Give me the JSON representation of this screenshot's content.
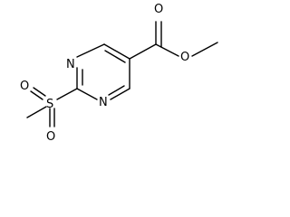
{
  "molecule": {
    "atoms": {
      "ring_n_top": "N",
      "ring_n_bottom": "N",
      "sulfur": "S",
      "sulfonyl_oxygen_left": "O",
      "sulfonyl_oxygen_bottom": "O",
      "carbonyl_oxygen": "O",
      "ester_oxygen": "O"
    },
    "colors": {
      "bond": "#000000",
      "label": "#000000",
      "background": "#ffffff"
    }
  }
}
